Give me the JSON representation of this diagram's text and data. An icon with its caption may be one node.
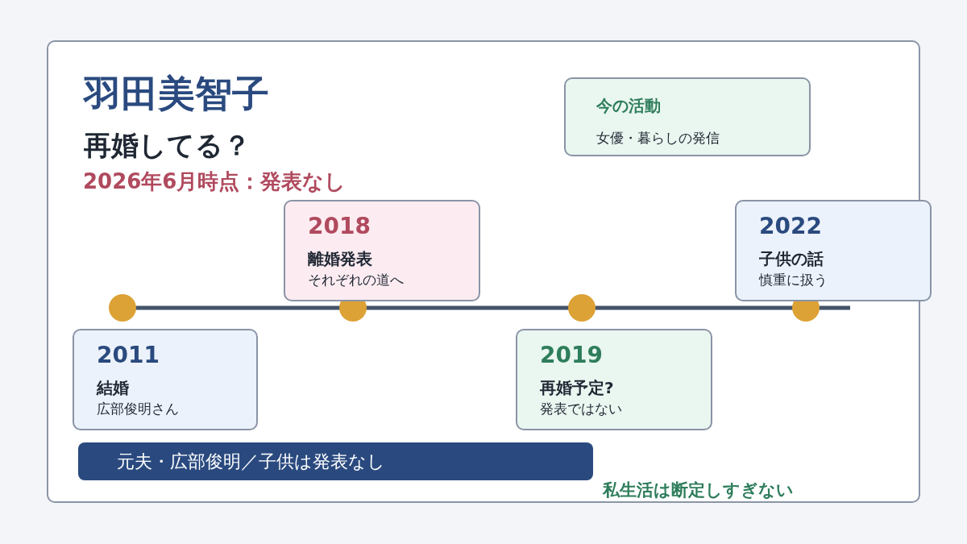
{
  "diagram": {
    "title": "羽田美智子",
    "nodes": [
      {
        "text": [
          "今の活動",
          "女優・暮らしの発信"
        ]
      },
      {
        "text": [
          "2018",
          "離婚発表",
          "それぞれの道へ"
        ]
      },
      {
        "text": [
          "2022",
          "子供の話",
          "慎重に扱う"
        ]
      },
      {
        "text": [
          "2011",
          "結婚",
          "広部俊明さん"
        ]
      },
      {
        "text": [
          "2019",
          "再婚予定?",
          "発表ではない"
        ]
      },
      {
        "text": [
          "元夫・広部俊明／子供は発表なし"
        ]
      }
    ],
    "labels": [
      "再婚してる？",
      "2026年6月時点：発表なし",
      "私生活は断定しすぎない"
    ]
  }
}
